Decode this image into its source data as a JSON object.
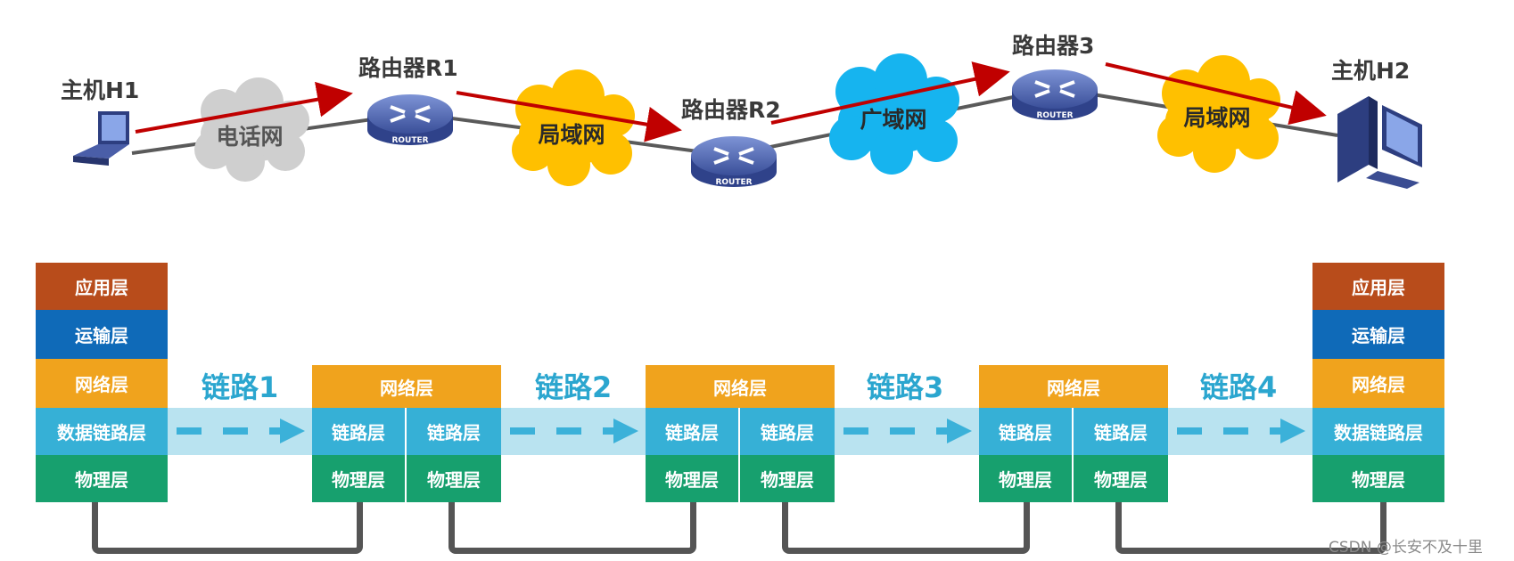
{
  "topology": {
    "nodes": [
      {
        "id": "h1",
        "label": "主机H1",
        "icon": "laptop-icon"
      },
      {
        "id": "r1",
        "label": "路由器R1",
        "icon": "router-icon",
        "icon_text": "ROUTER"
      },
      {
        "id": "r2",
        "label": "路由器R2",
        "icon": "router-icon",
        "icon_text": "ROUTER"
      },
      {
        "id": "r3",
        "label": "路由器3",
        "icon": "router-icon",
        "icon_text": "ROUTER"
      },
      {
        "id": "h2",
        "label": "主机H2",
        "icon": "desktop-computer-icon"
      }
    ],
    "networks": [
      {
        "label": "电话网",
        "color": "#cfcfcf"
      },
      {
        "label": "局域网",
        "color": "#ffc000"
      },
      {
        "label": "广域网",
        "color": "#16b4ef"
      },
      {
        "label": "局域网",
        "color": "#ffc000"
      }
    ]
  },
  "stacks": {
    "host_left": [
      "应用层",
      "运输层",
      "网络层",
      "数据链路层",
      "物理层"
    ],
    "router1": {
      "network": "网络层",
      "link": [
        "链路层",
        "链路层"
      ],
      "physical": [
        "物理层",
        "物理层"
      ]
    },
    "router2": {
      "network": "网络层",
      "link": [
        "链路层",
        "链路层"
      ],
      "physical": [
        "物理层",
        "物理层"
      ]
    },
    "router3": {
      "network": "网络层",
      "link": [
        "链路层",
        "链路层"
      ],
      "physical": [
        "物理层",
        "物理层"
      ]
    },
    "host_right": [
      "应用层",
      "运输层",
      "网络层",
      "数据链路层",
      "物理层"
    ]
  },
  "links": [
    "链路1",
    "链路2",
    "链路3",
    "链路4"
  ],
  "colors": {
    "application": "#b84c1b",
    "transport": "#0f6ab8",
    "network": "#f0a31d",
    "datalink": "#36b0d6",
    "physical": "#17a06e",
    "arrow_red": "#c00000",
    "link_label": "#2ba6cf"
  },
  "credit": "CSDN @长安不及十里"
}
